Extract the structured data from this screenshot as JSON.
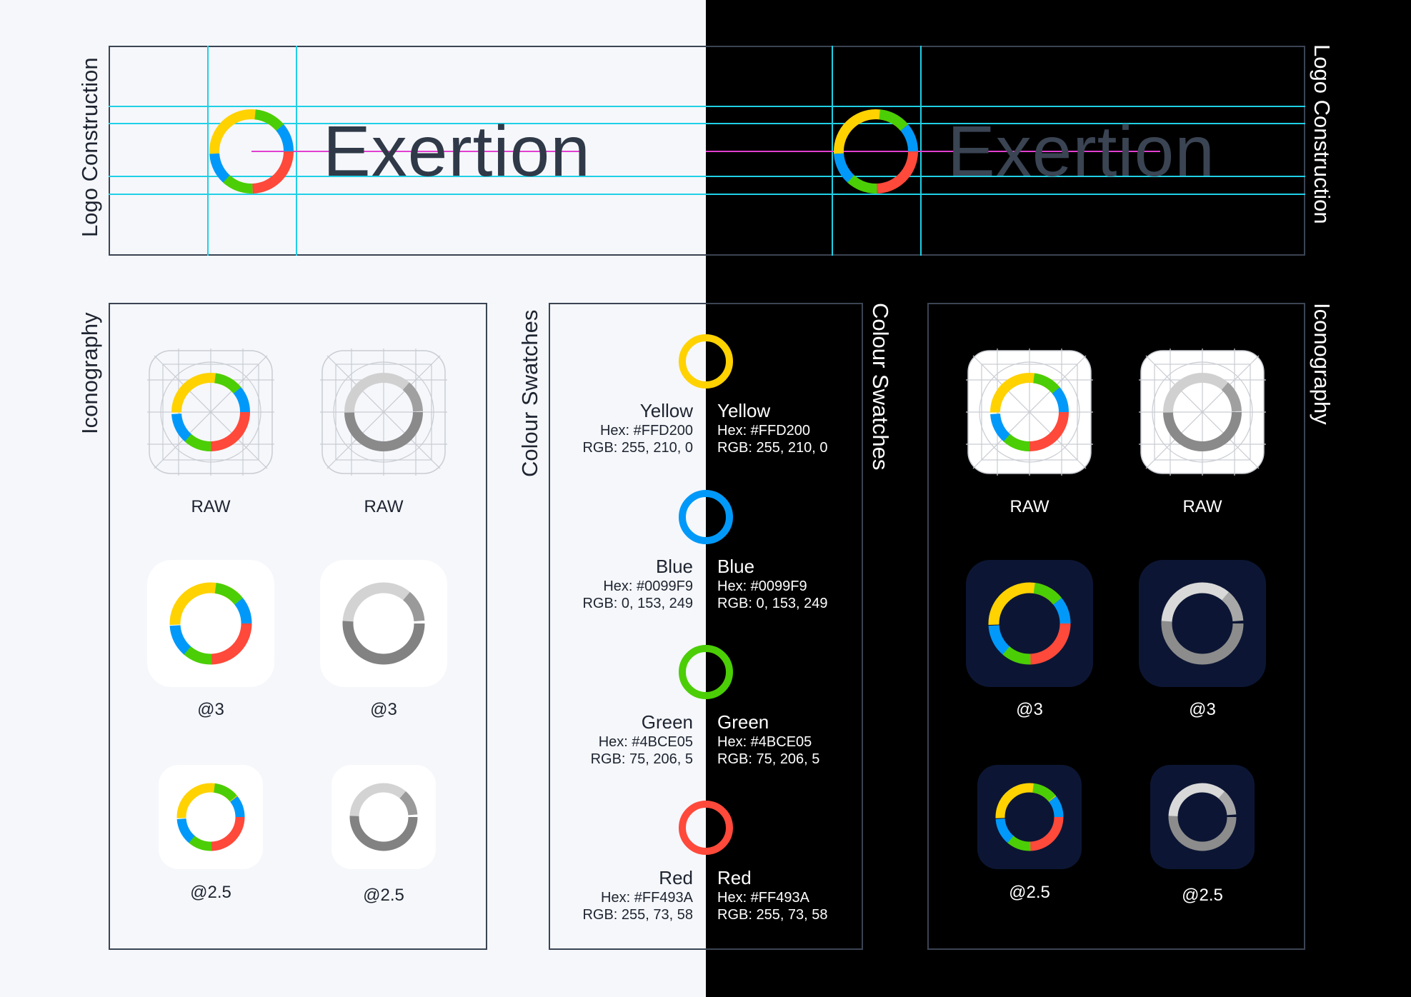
{
  "sections": {
    "logo_construction": "Logo Construction",
    "iconography": "Iconography",
    "colour_swatches": "Colour Swatches"
  },
  "wordmark": "Exertion",
  "icons": {
    "row1": [
      "RAW",
      "RAW"
    ],
    "row2": [
      "@3",
      "@3"
    ],
    "row3": [
      "@2.5",
      "@2.5"
    ]
  },
  "swatches": [
    {
      "name": "Yellow",
      "hex": "Hex: #FFD200",
      "rgb": "RGB: 255, 210, 0",
      "color": "#FFD200"
    },
    {
      "name": "Blue",
      "hex": "Hex: #0099F9",
      "rgb": "RGB: 0, 153, 249",
      "color": "#0099F9"
    },
    {
      "name": "Green",
      "hex": "Hex: #4BCE05",
      "rgb": "RGB: 75, 206, 5",
      "color": "#4BCE05"
    },
    {
      "name": "Red",
      "hex": "Hex: #FF493A",
      "rgb": "RGB: 255, 73, 58",
      "color": "#FF493A"
    }
  ],
  "colors": {
    "light_bg": "#f5f7fb",
    "dark_bg": "#000000",
    "guide": "#1fd0e6",
    "baseline": "#e23fd1",
    "navy_tile": "#0c1634",
    "wordmark_light": "#2f3947",
    "wordmark_dark": "#3a4453"
  }
}
